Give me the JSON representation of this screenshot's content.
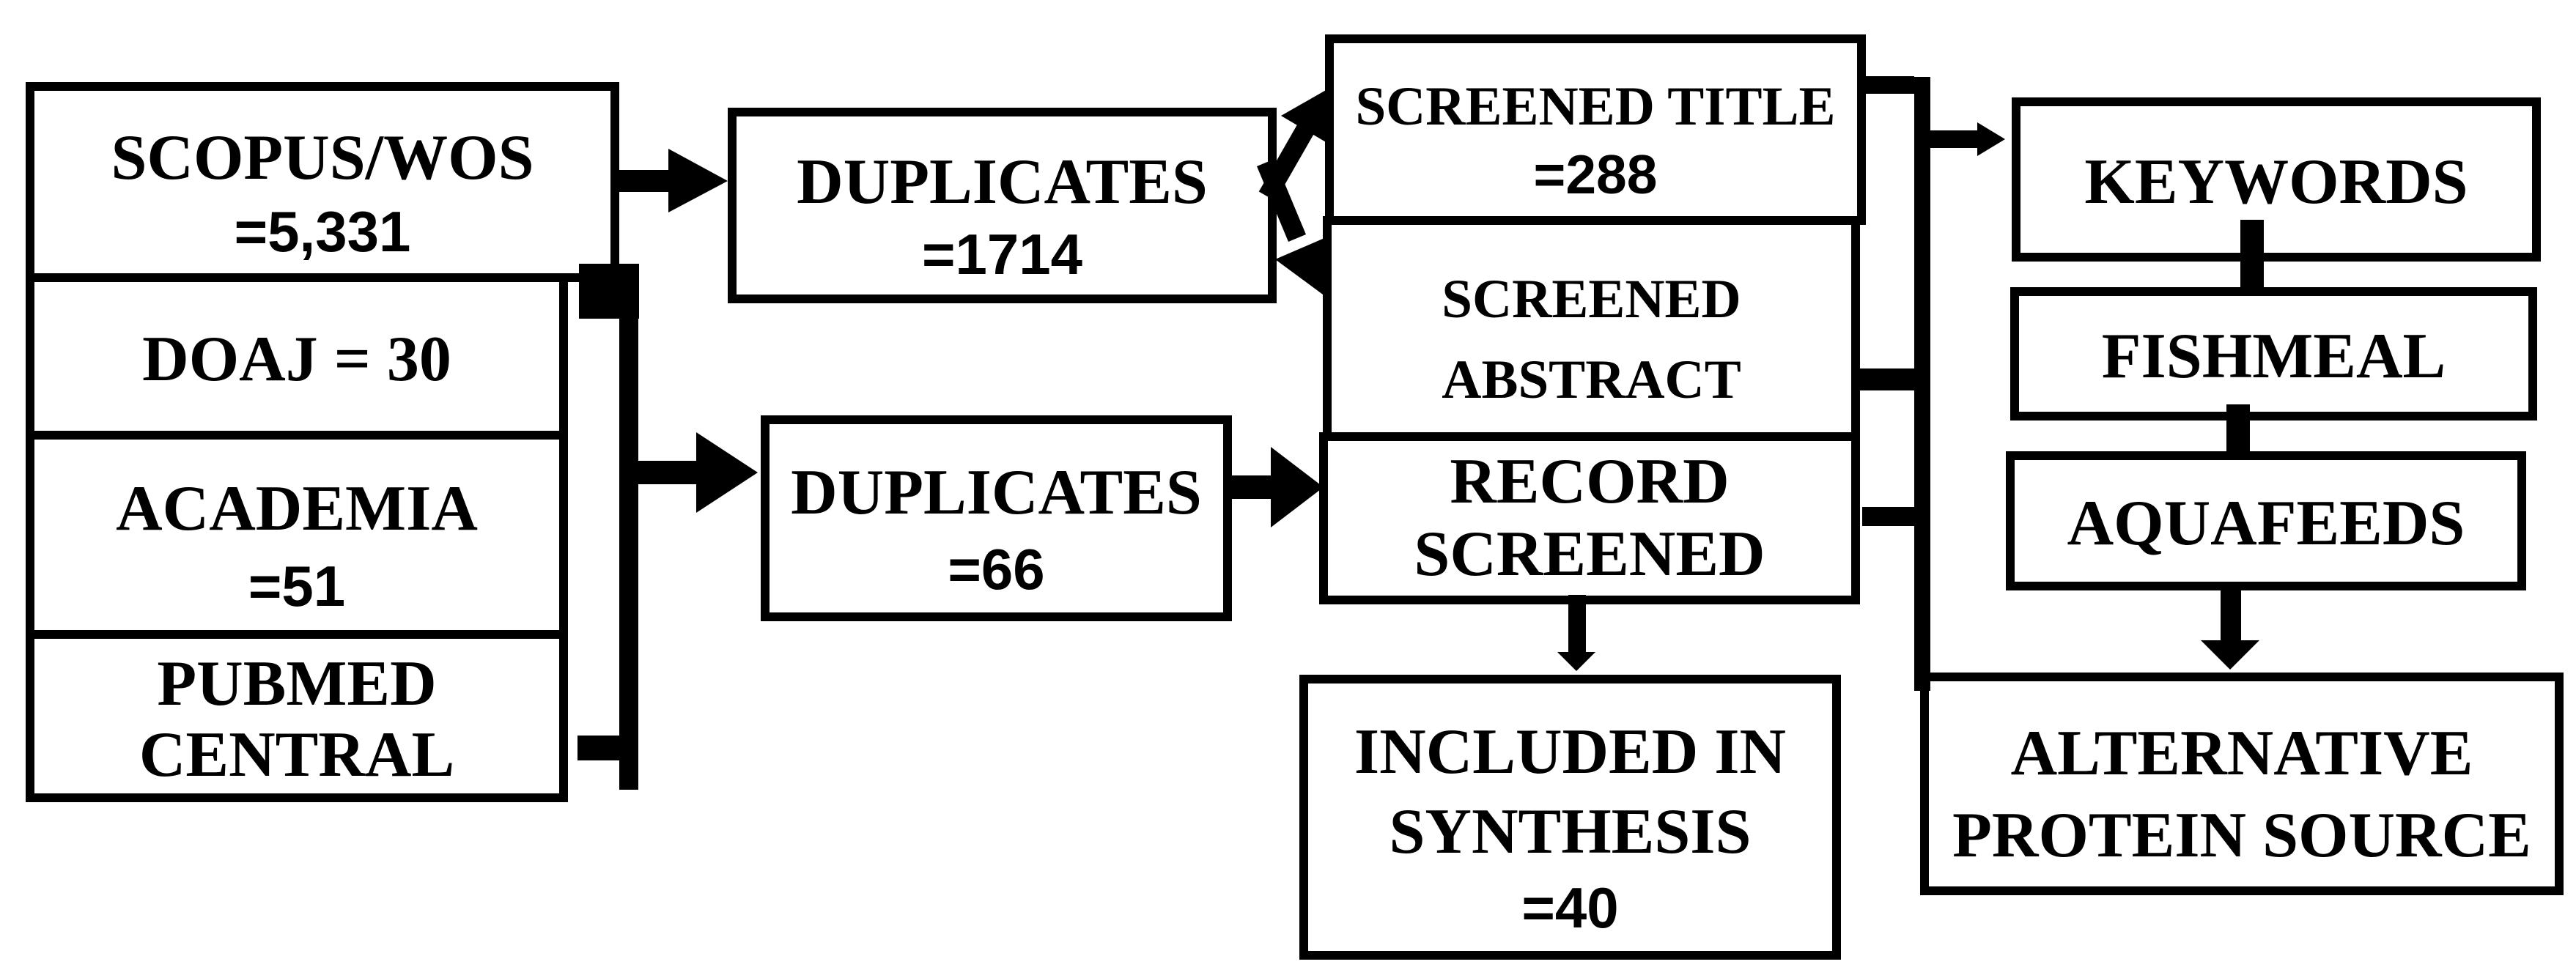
{
  "page": {
    "background": "#ffffff",
    "ink": "#000000",
    "description": "Literature screening flow diagram"
  },
  "boxes": {
    "scopus": {
      "lines": [
        "SCOPUS/WOS",
        "=5,331"
      ]
    },
    "doaj": {
      "lines": [
        "DOAJ = 30"
      ]
    },
    "academia": {
      "lines": [
        "ACADEMIA",
        "=51"
      ]
    },
    "pubmed": {
      "lines": [
        "PUBMED",
        "CENTRAL"
      ]
    },
    "duplicates1": {
      "lines": [
        "DUPLICATES",
        "=1714"
      ]
    },
    "duplicates2": {
      "lines": [
        "DUPLICATES",
        "=66"
      ]
    },
    "screened_title": {
      "lines": [
        "SCREENED TITLE",
        "=288"
      ]
    },
    "screened_abstract": {
      "lines": [
        "SCREENED",
        "ABSTRACT"
      ]
    },
    "record_screened": {
      "lines": [
        "RECORD",
        "SCREENED"
      ]
    },
    "included": {
      "lines": [
        "INCLUDED IN",
        "SYNTHESIS",
        "=40"
      ]
    },
    "keywords": {
      "lines": [
        "KEYWORDS"
      ]
    },
    "fishmeal": {
      "lines": [
        "FISHMEAL"
      ]
    },
    "aquafeeds": {
      "lines": [
        "AQUAFEEDS"
      ]
    },
    "alternative": {
      "lines": [
        "ALTERNATIVE",
        "PROTEIN SOURCE"
      ]
    }
  },
  "edges": [
    {
      "from": "SCOPUS/WOS =5,331",
      "to": "DUPLICATES =1714",
      "type": "arrow"
    },
    {
      "from": "DOAJ / ACADEMIA / PUBMED CENTRAL",
      "to": "DUPLICATES =66",
      "type": "arrow"
    },
    {
      "from": "DUPLICATES =1714",
      "to": "SCREENED TITLE =288",
      "type": "arrow"
    },
    {
      "from": "DUPLICATES =1714",
      "to": "SCREENED ABSTRACT",
      "type": "arrow"
    },
    {
      "from": "DUPLICATES =66",
      "to": "RECORD SCREENED",
      "type": "arrow"
    },
    {
      "from": "RECORD SCREENED",
      "to": "INCLUDED IN SYNTHESIS =40",
      "type": "arrow"
    },
    {
      "from": "SCREENED TITLE / SCREENED ABSTRACT / RECORD SCREENED",
      "to": "KEYWORDS",
      "type": "arrow"
    },
    {
      "from": "KEYWORDS",
      "to": "FISHMEAL",
      "type": "bar"
    },
    {
      "from": "FISHMEAL",
      "to": "AQUAFEEDS",
      "type": "bar"
    },
    {
      "from": "AQUAFEEDS",
      "to": "ALTERNATIVE PROTEIN SOURCE",
      "type": "arrow"
    }
  ]
}
